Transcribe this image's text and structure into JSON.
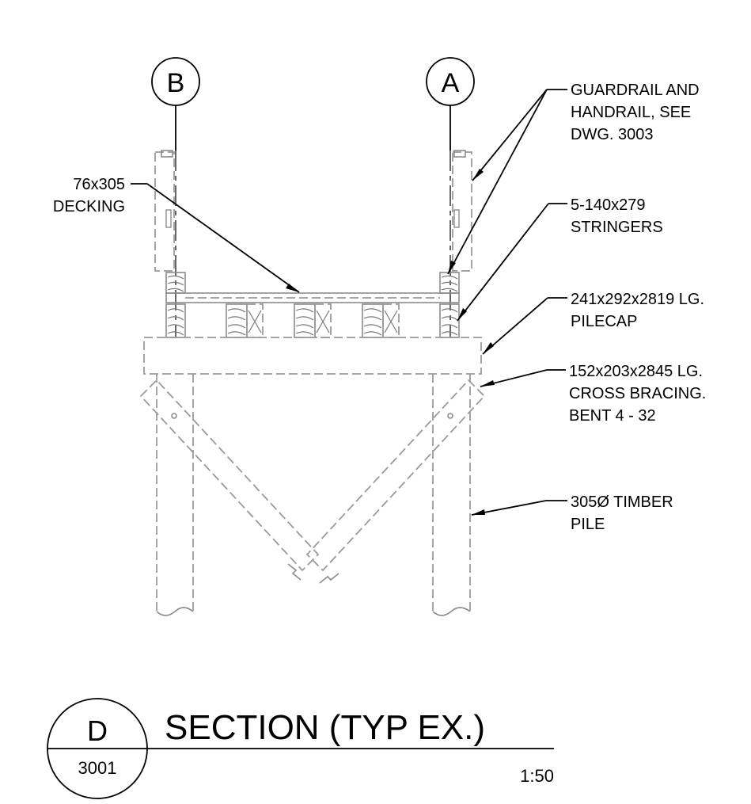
{
  "grid_labels": {
    "left": "B",
    "right": "A"
  },
  "callouts": {
    "guardrail": [
      "GUARDRAIL AND",
      "HANDRAIL, SEE",
      "DWG. 3003"
    ],
    "decking": [
      "76x305",
      "DECKING"
    ],
    "stringers": [
      "5-140x279",
      "STRINGERS"
    ],
    "pilecap": [
      "241x292x2819 LG.",
      "PILECAP"
    ],
    "bracing": [
      "152x203x2845 LG.",
      "CROSS BRACING.",
      "BENT 4 - 32"
    ],
    "pile": [
      "305Ø TIMBER",
      "PILE"
    ]
  },
  "title_block": {
    "detail_letter": "D",
    "sheet_number": "3001",
    "title": "SECTION (TYP EX.)",
    "scale": "1:50"
  }
}
